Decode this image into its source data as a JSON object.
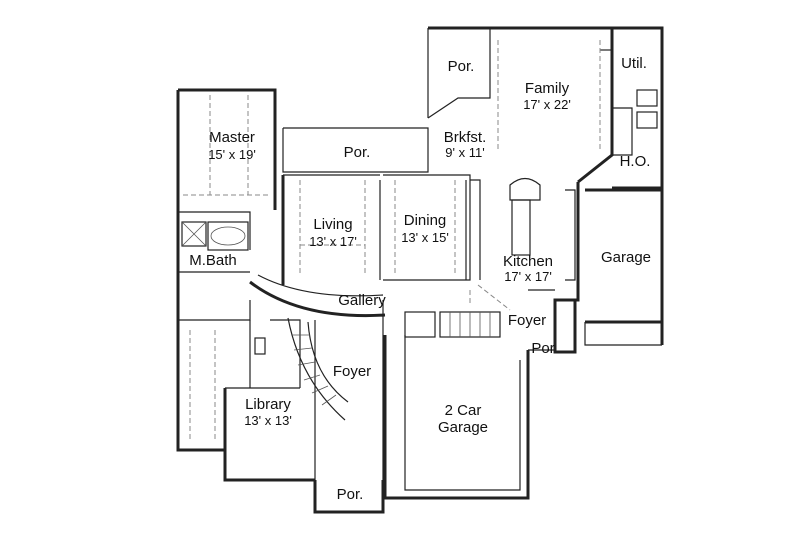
{
  "rooms": {
    "master": {
      "name": "Master",
      "dim": "15' x 19'"
    },
    "porch_top": {
      "name": "Por."
    },
    "porch_family": {
      "name": "Por."
    },
    "family": {
      "name": "Family",
      "dim": "17' x 22'"
    },
    "util": {
      "name": "Util."
    },
    "brkfst": {
      "name": "Brkfst.",
      "dim": "9' x 11'"
    },
    "ho": {
      "name": "H.O."
    },
    "living": {
      "name": "Living",
      "dim": "13' x 17'"
    },
    "dining": {
      "name": "Dining",
      "dim": "13' x 15'"
    },
    "mbath": {
      "name": "M.Bath"
    },
    "kitchen": {
      "name": "Kitchen",
      "dim": "17' x 17'"
    },
    "garage_right": {
      "name": "Garage"
    },
    "gallery": {
      "name": "Gallery"
    },
    "foyer_side": {
      "name": "Foyer"
    },
    "porch_side": {
      "name": "Por"
    },
    "foyer_main": {
      "name": "Foyer"
    },
    "library": {
      "name": "Library",
      "dim": "13' x 13'"
    },
    "garage_two": {
      "name": "2 Car",
      "dim": "Garage"
    },
    "porch_front": {
      "name": "Por."
    }
  }
}
